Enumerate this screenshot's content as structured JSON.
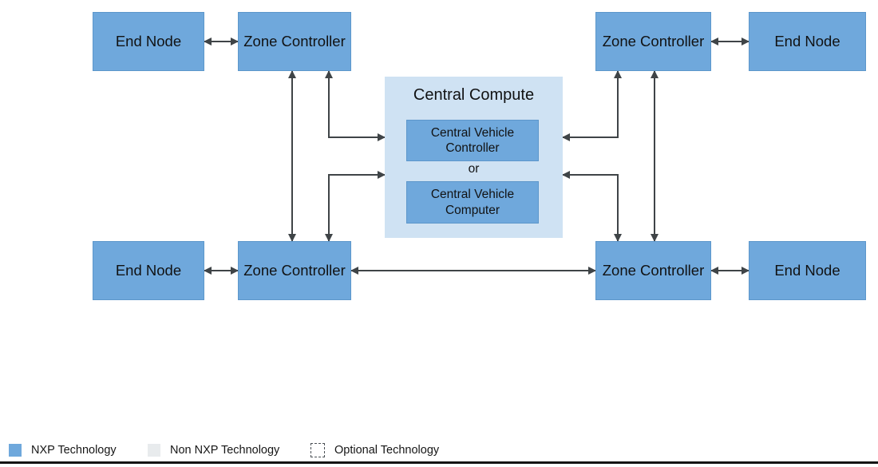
{
  "diagram": {
    "nodes": [
      {
        "id": "end-node-top-left",
        "label": "End Node"
      },
      {
        "id": "zone-controller-top-left",
        "label": "Zone Controller"
      },
      {
        "id": "zone-controller-top-right",
        "label": "Zone Controller"
      },
      {
        "id": "end-node-top-right",
        "label": "End Node"
      },
      {
        "id": "end-node-bottom-left",
        "label": "End Node"
      },
      {
        "id": "zone-controller-bottom-left",
        "label": "Zone Controller"
      },
      {
        "id": "zone-controller-bottom-right",
        "label": "Zone Controller"
      },
      {
        "id": "end-node-bottom-right",
        "label": "End Node"
      }
    ],
    "central_compute": {
      "title": "Central Compute",
      "option_top": "Central Vehicle Controller",
      "separator": "or",
      "option_bottom": "Central Vehicle Computer"
    }
  },
  "legend": {
    "items": [
      {
        "label": "NXP Technology",
        "swatch": "nxp-blue-square",
        "color": "#6FA8DC"
      },
      {
        "label": "Non NXP Technology",
        "swatch": "non-nxp-gray-square",
        "color": "#E8EBED"
      },
      {
        "label": "Optional Technology",
        "swatch": "optional-dashed-square",
        "color": "transparent"
      }
    ]
  },
  "colors": {
    "nxp_blue": "#6FA8DC",
    "central_compute_light_blue": "#CFE2F3",
    "non_nxp_gray": "#E8EBED",
    "arrow": "#3F4447",
    "bottom_rule": "#141414"
  }
}
